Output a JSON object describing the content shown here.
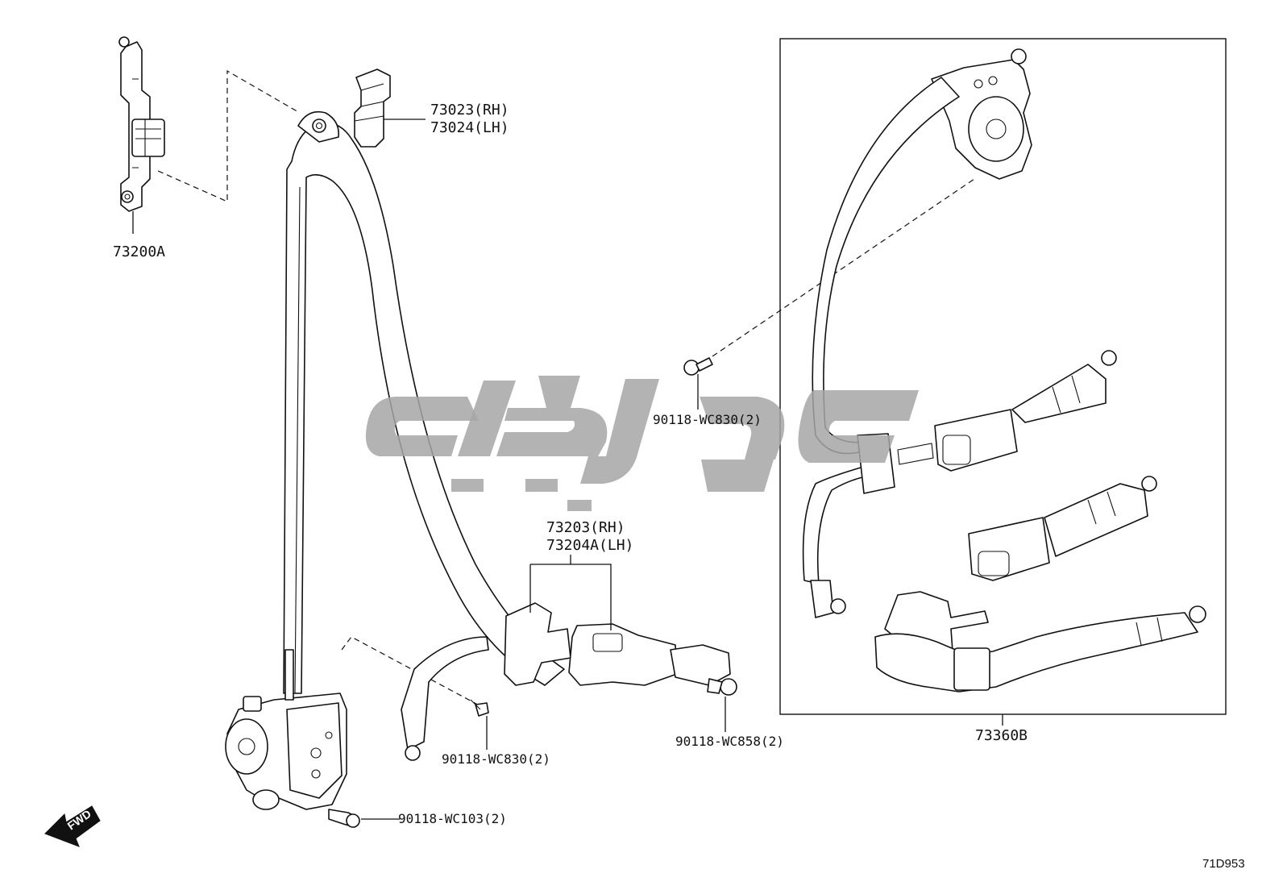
{
  "parts": {
    "p73200a": "73200A",
    "p73023": "73023(RH)",
    "p73024": "73024(LH)",
    "p73203": "73203(RH)",
    "p73204a": "73204A(LH)",
    "p73360b": "73360B",
    "bolt_wc830_upper": "90118-WC830(2)",
    "bolt_wc830_lower": "90118-WC830(2)",
    "bolt_wc858": "90118-WC858(2)",
    "bolt_wc103": "90118-WC103(2)"
  },
  "fwd_arrow": "FWD",
  "diagram_ref": "71D953",
  "icons": {
    "watermark": "brand-logo-watermark",
    "direction": "forward-arrow-icon"
  }
}
